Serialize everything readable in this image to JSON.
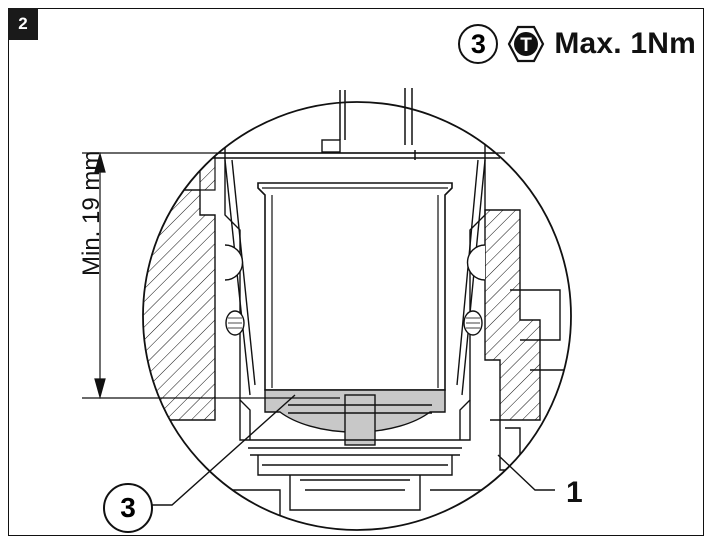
{
  "figure": {
    "number": "2"
  },
  "header": {
    "callout_number": "3",
    "torque_icon": "torque-wrench-icon",
    "torque_icon_letter": "T",
    "torque_text": "Max. 1Nm"
  },
  "dimension": {
    "label": "Min. 19 mm"
  },
  "callouts": [
    {
      "label": "3"
    },
    {
      "label": "1"
    }
  ],
  "colors": {
    "line": "#111111",
    "fill": "#c8c8c8",
    "background": "#ffffff"
  }
}
